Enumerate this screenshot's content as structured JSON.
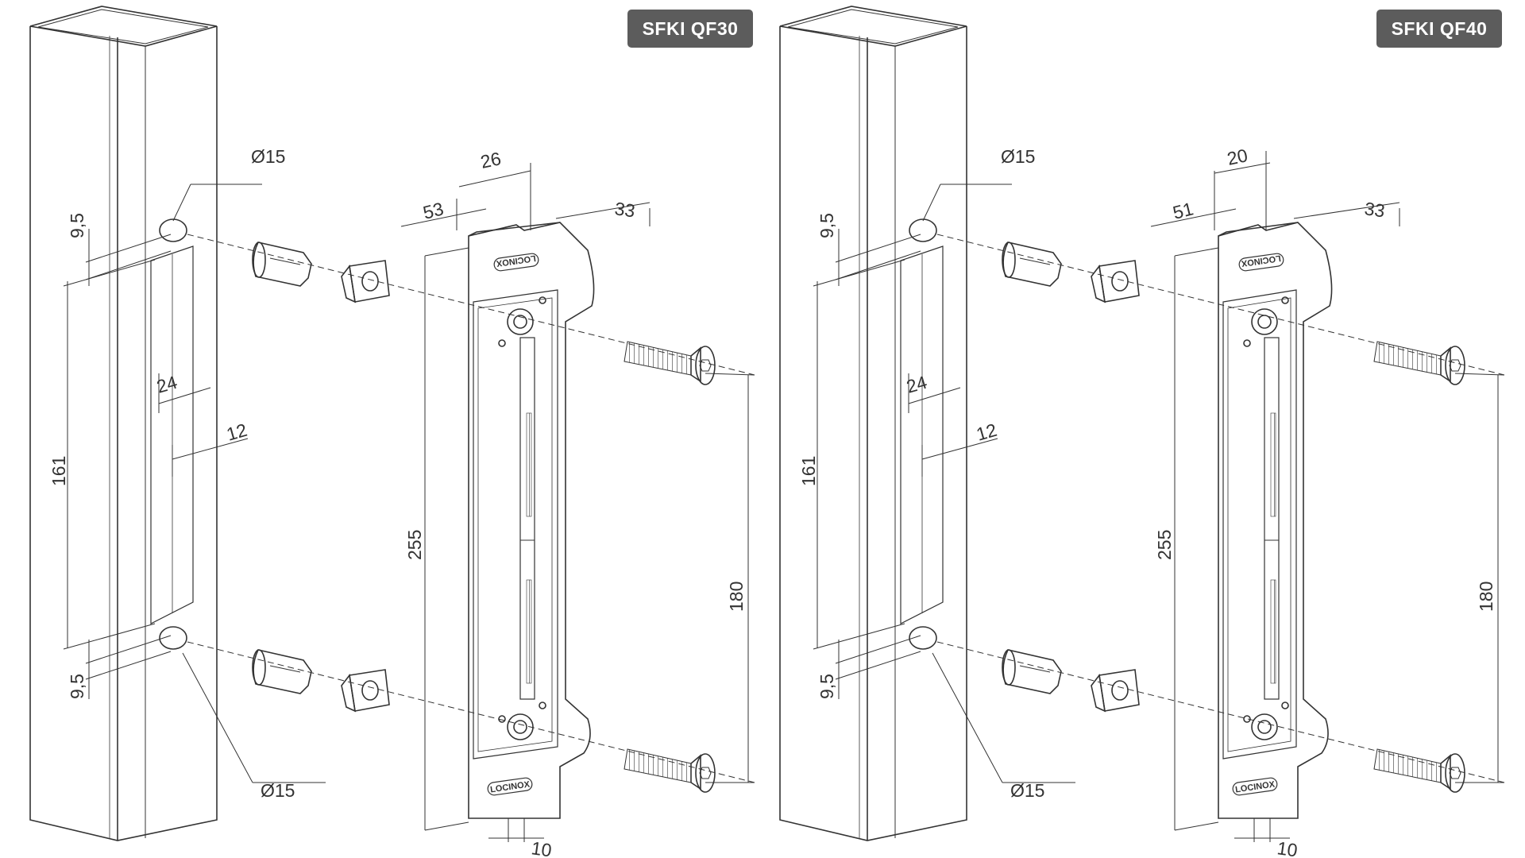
{
  "panels": [
    {
      "model": "SFKI QF30",
      "post": {
        "hole_diameter_top": "Ø15",
        "hole_diameter_bottom": "Ø15",
        "edge_offset_top": "9,5",
        "edge_offset_bottom": "9,5",
        "slot_height": "161",
        "slot_width": "24",
        "slot_inner_width": "12"
      },
      "keep": {
        "height": "255",
        "depth": "53",
        "face_width": "26",
        "side_width": "33",
        "hole_spacing": "180",
        "bottom_offset": "10",
        "brand_top": "LOCINOX",
        "brand_bottom": "LOCINOX"
      }
    },
    {
      "model": "SFKI QF40",
      "post": {
        "hole_diameter_top": "Ø15",
        "hole_diameter_bottom": "Ø15",
        "edge_offset_top": "9,5",
        "edge_offset_bottom": "9,5",
        "slot_height": "161",
        "slot_width": "24",
        "slot_inner_width": "12"
      },
      "keep": {
        "height": "255",
        "depth": "51",
        "face_width": "20",
        "side_width": "33",
        "hole_spacing": "180",
        "bottom_offset": "10",
        "brand_top": "LOCINOX",
        "brand_bottom": "LOCINOX"
      }
    }
  ],
  "colors": {
    "line": "#333333",
    "badge_bg": "#5c5c5c",
    "badge_text": "#ffffff"
  },
  "icons": [
    "square-post",
    "expansion-sleeve",
    "square-insert-nut",
    "countersunk-screw",
    "keep-plate"
  ]
}
